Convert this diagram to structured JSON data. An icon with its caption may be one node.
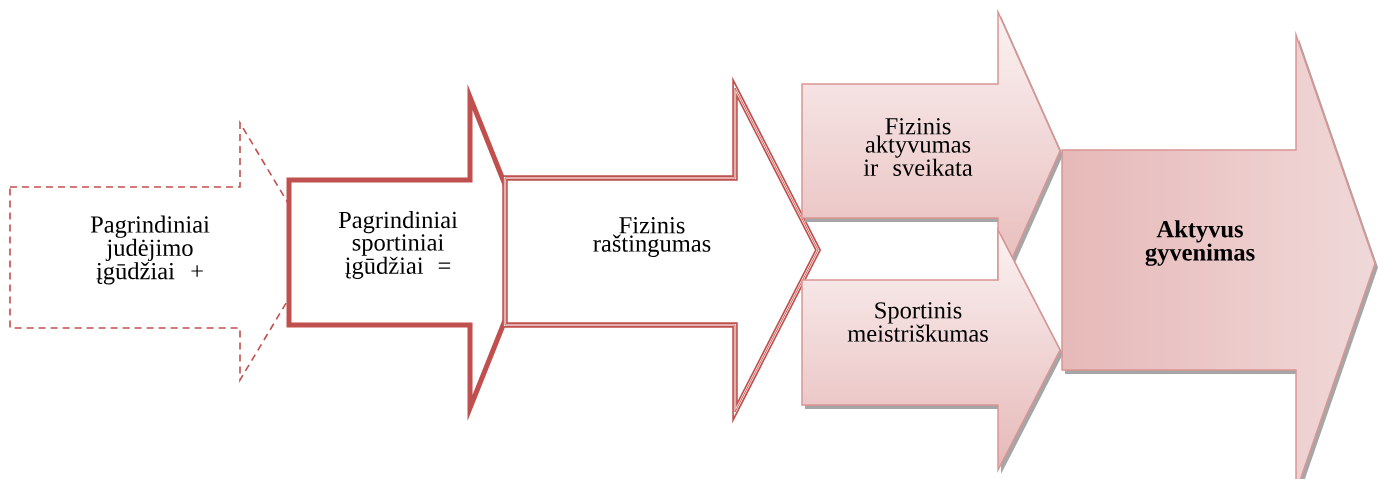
{
  "diagram": {
    "nodes": [
      {
        "text": [
          "Pagrindiniai judėjimo įgūdžiai +"
        ]
      },
      {
        "text": [
          "Pagrindiniai sportiniai įgūdžiai ="
        ]
      },
      {
        "text": [
          "Fizinis raštingumas"
        ]
      },
      {
        "text": [
          "Fizinis aktyvumas ir sveikata"
        ]
      },
      {
        "text": [
          "Sportinis meistriškumas"
        ]
      },
      {
        "text": [
          "Aktyvus gyvenimas"
        ]
      }
    ]
  }
}
